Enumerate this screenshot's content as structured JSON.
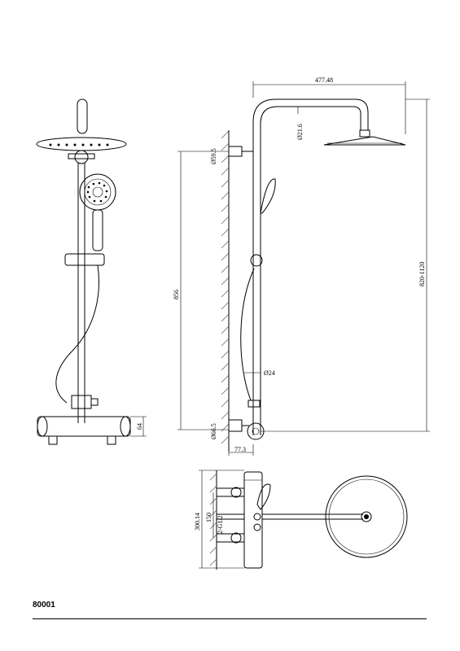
{
  "model_code": "80001",
  "dimensions": {
    "head_reach": "477.48",
    "head_arm_dia": "Ø21.6",
    "top_mount_dia": "Ø59.5",
    "bar_height": "856",
    "total_height": "820-1120",
    "bar_dia": "Ø24",
    "bottom_mount_dia": "Ø66.5",
    "wall_offset": "77.3",
    "valve_height": "64",
    "bottom_width": "300.14",
    "bottom_spacing": "150",
    "bottom_thread": "2-G1/2"
  }
}
